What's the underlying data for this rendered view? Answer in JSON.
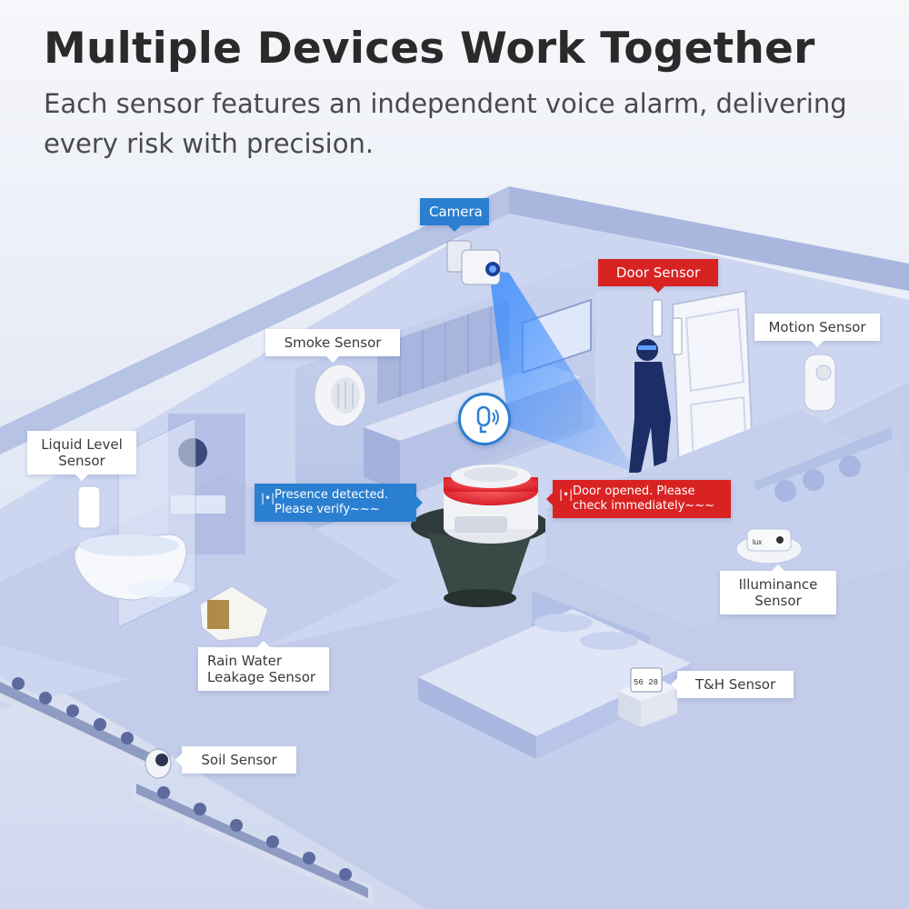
{
  "header": {
    "title": "Multiple Devices Work Together",
    "subtitle": "Each sensor features an independent voice alarm, delivering every risk with precision."
  },
  "labels": {
    "camera": "Camera",
    "door_sensor": "Door Sensor",
    "smoke_sensor": "Smoke Sensor",
    "motion_sensor": "Motion Sensor",
    "liquid_level_line1": "Liquid Level",
    "liquid_level_line2": "Sensor",
    "illuminance_line1": "Illuminance",
    "illuminance_line2": "Sensor",
    "rain_water_line1": "Rain Water",
    "rain_water_line2": "Leakage Sensor",
    "th_sensor": "T&H Sensor",
    "soil_sensor": "Soil Sensor"
  },
  "alerts": {
    "presence_line1": "Presence detected.",
    "presence_line2": "Please verify~~~",
    "door_line1": "Door opened. Please",
    "door_line2": "check immediately~~~"
  },
  "devices": {
    "illuminance_display": "lux",
    "th_display": "56 28"
  },
  "colors": {
    "accent_blue": "#2b7fd0",
    "alert_red": "#d92323",
    "siren_red": "#e5333a",
    "title_text": "#2a2a2a"
  },
  "icons": {
    "voice": "microphone-voice-icon",
    "sound_wave": "sound-wave-icon"
  }
}
